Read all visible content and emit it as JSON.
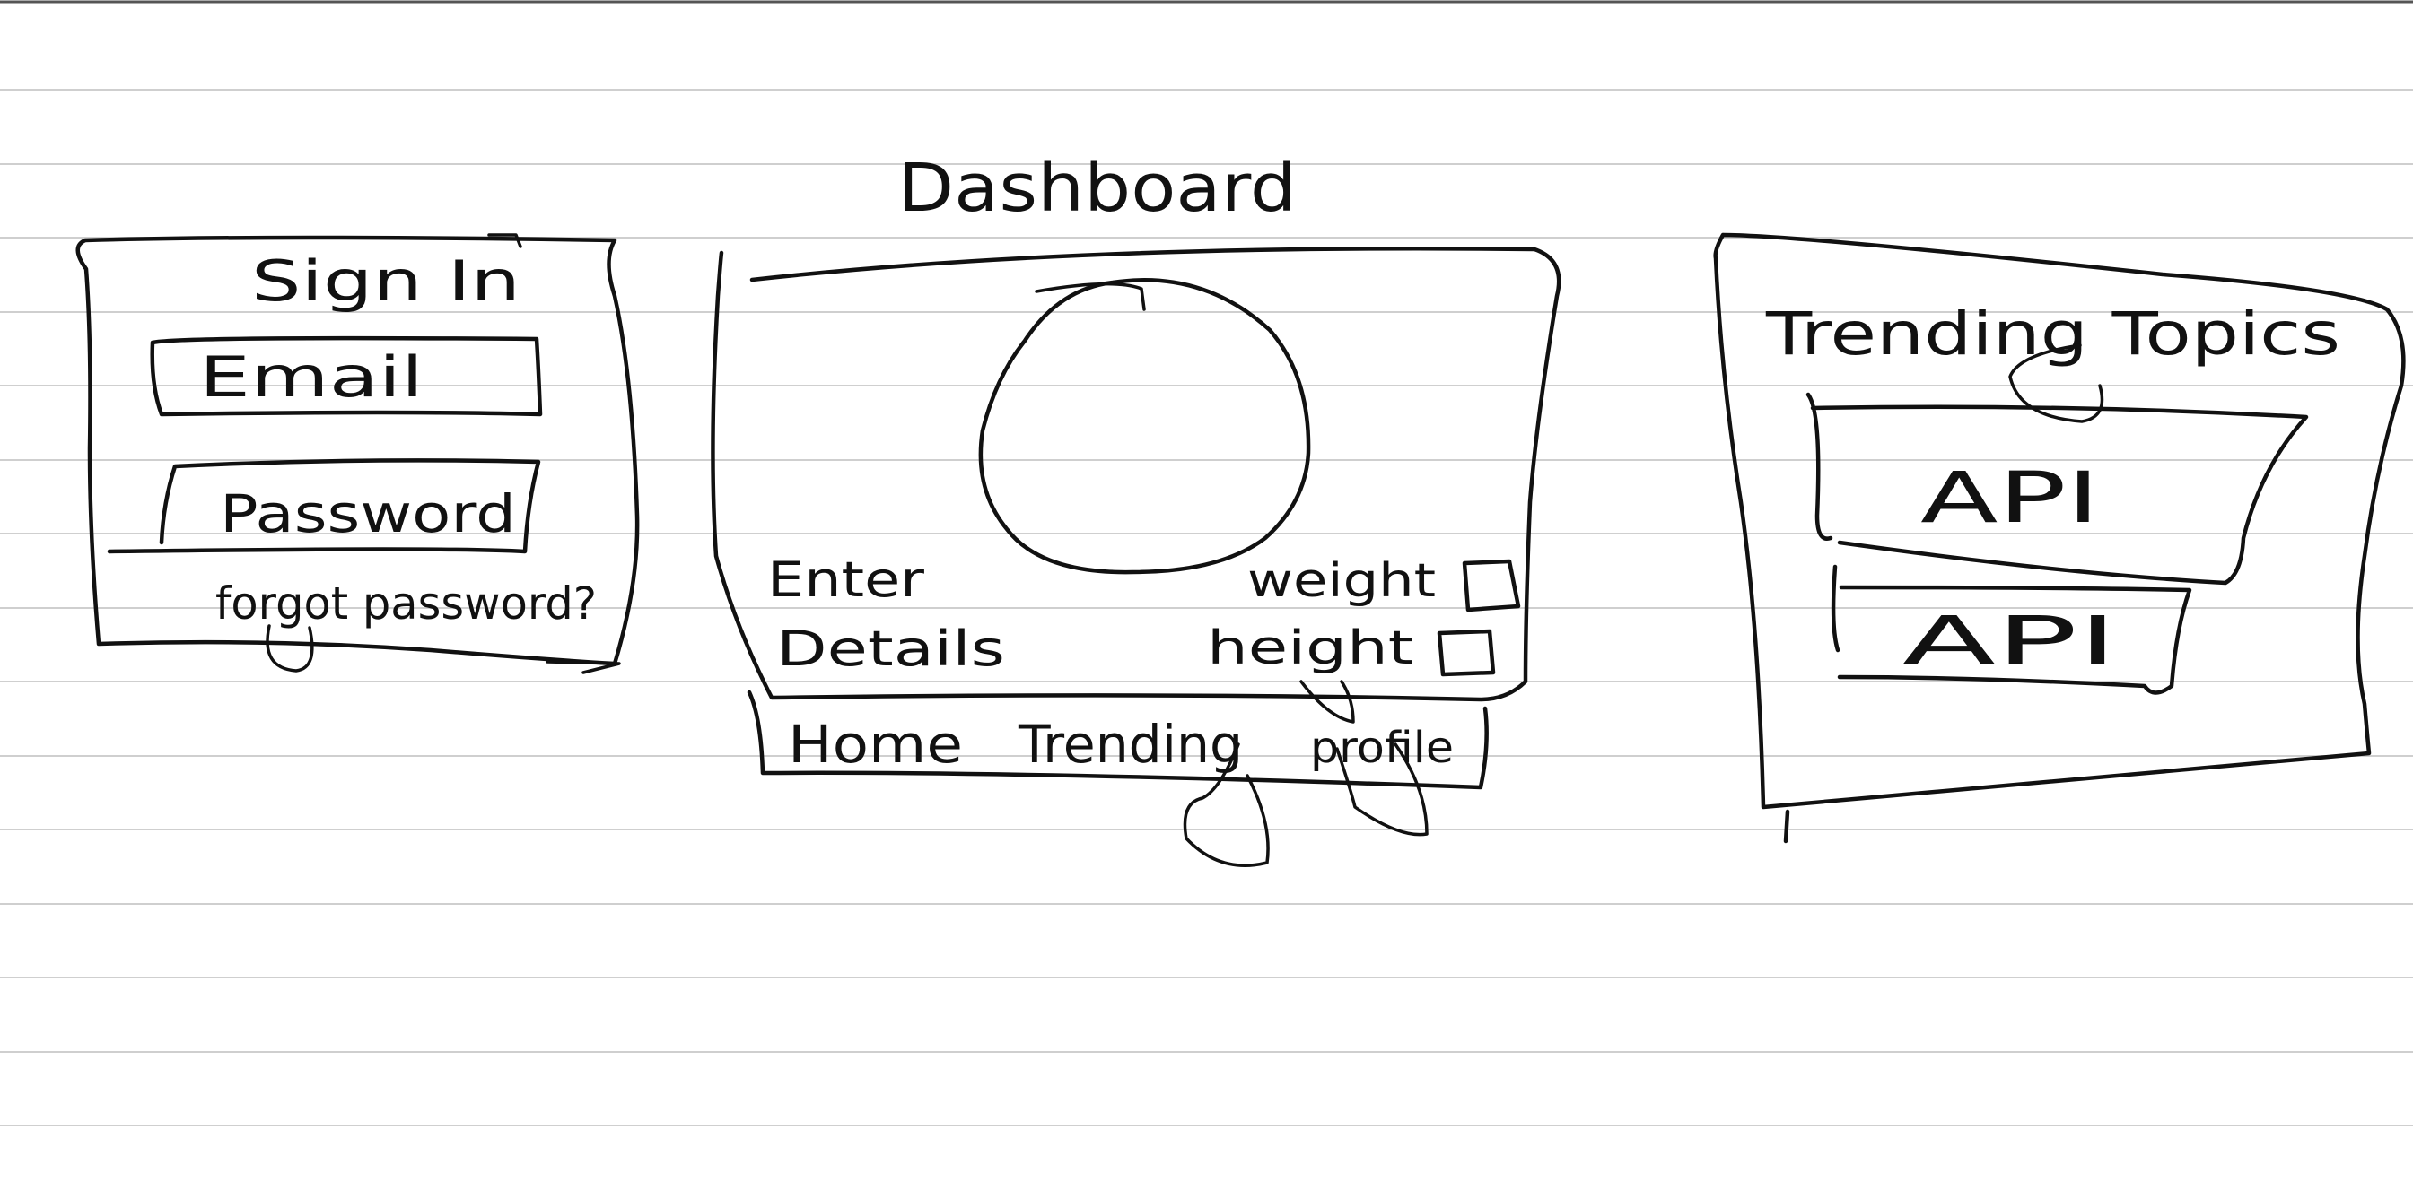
{
  "dashboard_heading": "Dashboard",
  "sign_in": {
    "title": "Sign In",
    "email_label": "Email",
    "password_label": "Password",
    "forgot_link": "forgot password?"
  },
  "dashboard": {
    "enter_label": "Enter",
    "details_label": "Details",
    "weight_label": "weight",
    "height_label": "height"
  },
  "nav": {
    "home": "Home",
    "trending": "Trending",
    "profile": "profile"
  },
  "trending": {
    "title": "Trending Topics",
    "items": [
      {
        "label": "API"
      },
      {
        "label": "API"
      }
    ]
  },
  "colors": {
    "ink": "#111111",
    "ruled_line": "#cfcfcf",
    "paper": "#ffffff"
  }
}
